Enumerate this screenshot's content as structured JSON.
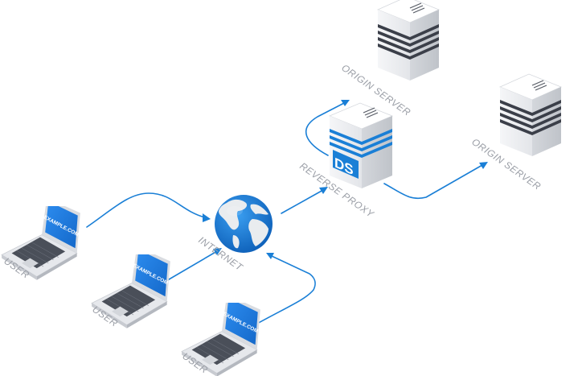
{
  "labels": {
    "user": "USER",
    "internet": "INTERNET",
    "reverse_proxy": "REVERSE PROXY",
    "origin_server": "ORIGIN SERVER",
    "screen_text": "EXAMPLE.COM",
    "proxy_badge": "DS"
  },
  "colors": {
    "accent": "#1a7fd6",
    "label": "#9a9ea6",
    "server_dark": "#3b3f49",
    "server_light": "#f2f3f5"
  },
  "icons": [
    "laptop-icon",
    "globe-icon",
    "server-icon",
    "proxy-server-icon"
  ]
}
